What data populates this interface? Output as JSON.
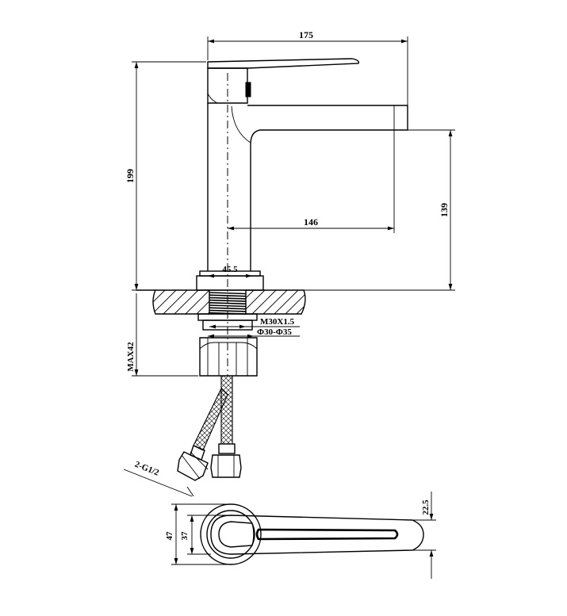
{
  "drawing": {
    "subject": "basin mixer faucet",
    "stroke_color": "#000000",
    "background_color": "#ffffff"
  },
  "dimensions": {
    "overall_width": "175",
    "overall_height": "199",
    "spout_reach": "146",
    "spout_height": "139",
    "base_diameter": "45.5",
    "thread": "M30X1.5",
    "hole_range": "Φ30-Φ35",
    "max_deck_thickness": "MAX42",
    "hose_connection": "2-G1/2",
    "handle_base_outer": "47",
    "handle_base_inner": "37",
    "handle_width": "22.5"
  }
}
